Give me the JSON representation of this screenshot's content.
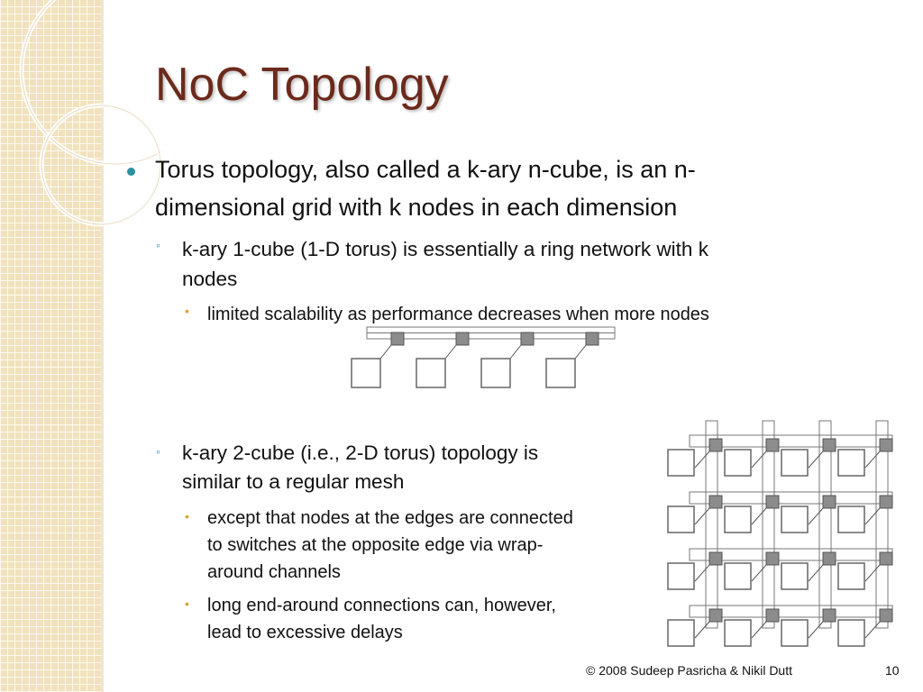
{
  "slide": {
    "title": "NoC Topology",
    "bullets": {
      "b1_line1": "Torus topology, also called a k-ary n-cube, is an n-",
      "b1_line2": "dimensional grid with k nodes in each dimension",
      "b1a_line1": "k-ary 1-cube (1-D torus) is essentially a ring network with k",
      "b1a_line2": "nodes",
      "b1a1": "limited scalability as performance decreases when more nodes",
      "b1b_line1": "k-ary 2-cube (i.e., 2-D torus) topology is",
      "b1b_line2": "similar to a regular mesh",
      "b1b1_line1": "except that nodes at the edges are connected",
      "b1b1_line2": "to switches at the opposite edge via wrap-",
      "b1b1_line3": "around channels",
      "b1b2_line1": "long end-around connections can, however,",
      "b1b2_line2": "lead to excessive delays"
    },
    "footer": {
      "copyright": "© 2008 Sudeep Pasricha  & Nikil Dutt",
      "page_number": "10"
    }
  },
  "colors": {
    "title": "#6b2a1c",
    "level1_bullet": "#2d8fa0",
    "level3_bullet": "#e0a030",
    "side_band": "#f1e2bd",
    "switch_fill": "#8c8c8c"
  },
  "icons": {
    "level1": "filled-circle-bullet",
    "level2": "hollow-circle-bullet",
    "level3": "small-dot-bullet"
  },
  "diagrams": {
    "ring_1d": {
      "nodes": 4
    },
    "torus_2d": {
      "rows": 4,
      "cols": 4
    }
  }
}
